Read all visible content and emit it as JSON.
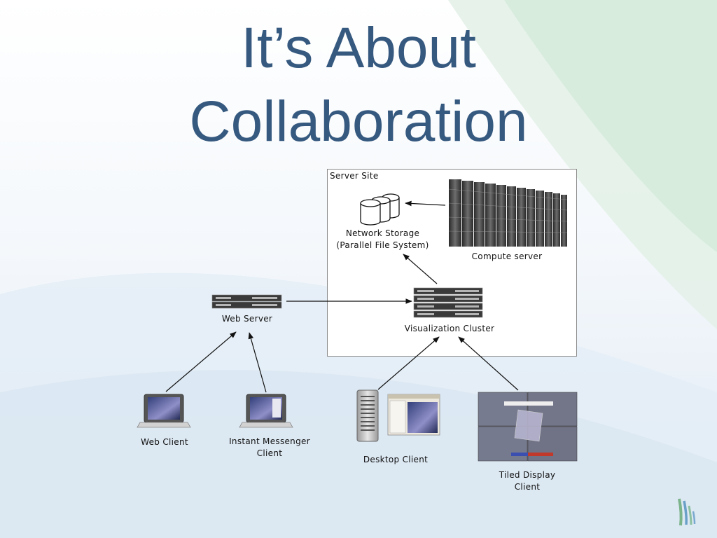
{
  "slide": {
    "title_line1": "It’s About",
    "title_line2": "Collaboration"
  },
  "colors": {
    "title": "#36597f",
    "accent_green": "#cfe7d6",
    "accent_blue": "#d7e4f0"
  },
  "diagram": {
    "server_site_label": "Server Site",
    "network_storage_line1": "Network Storage",
    "network_storage_line2": "(Parallel File System)",
    "compute_server_label": "Compute server",
    "visualization_cluster_label": "Visualization Cluster",
    "web_server_label": "Web Server",
    "web_client_label": "Web Client",
    "im_client_line1": "Instant Messenger",
    "im_client_line2": "Client",
    "desktop_client_label": "Desktop Client",
    "tiled_client_line1": "Tiled Display",
    "tiled_client_line2": "Client"
  }
}
